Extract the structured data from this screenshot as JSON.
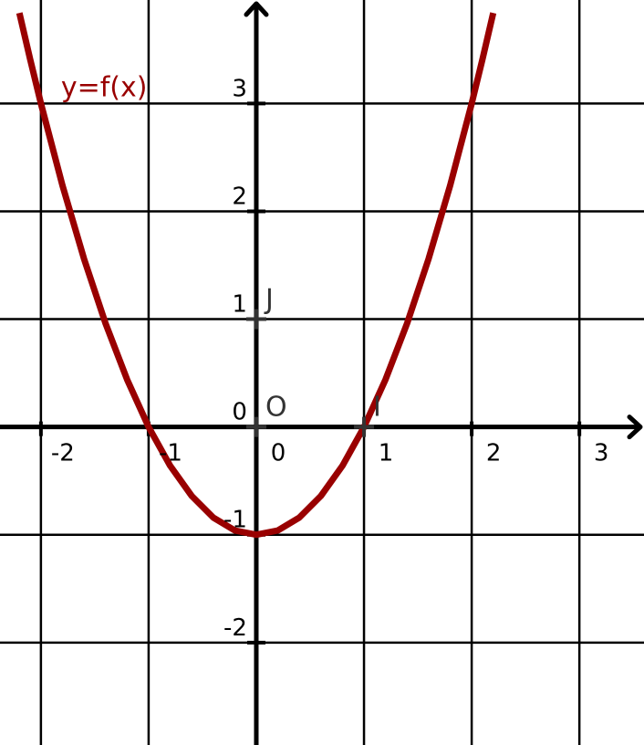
{
  "chart_data": {
    "type": "line",
    "title": "",
    "xlabel": "",
    "ylabel": "",
    "xlim": [
      -2.38,
      3.6
    ],
    "ylim": [
      -2.95,
      3.96
    ],
    "grid": true,
    "x_ticks": [
      {
        "value": -2,
        "label": "-2"
      },
      {
        "value": -1,
        "label": "-1"
      },
      {
        "value": 0,
        "label": "0"
      },
      {
        "value": 1,
        "label": "1"
      },
      {
        "value": 2,
        "label": "2"
      },
      {
        "value": 3,
        "label": "3"
      }
    ],
    "y_ticks": [
      {
        "value": -2,
        "label": "-2"
      },
      {
        "value": -1,
        "label": "-1"
      },
      {
        "value": 0,
        "label": "0"
      },
      {
        "value": 1,
        "label": "1"
      },
      {
        "value": 2,
        "label": "2"
      },
      {
        "value": 3,
        "label": "3"
      }
    ],
    "series": [
      {
        "name": "y=f(x)",
        "color": "#990000",
        "formula": "x^2 - 1",
        "x": [
          -2.2,
          -2.1,
          -2.0,
          -1.8,
          -1.6,
          -1.4,
          -1.2,
          -1.0,
          -0.8,
          -0.6,
          -0.4,
          -0.2,
          0.0,
          0.2,
          0.4,
          0.6,
          0.8,
          1.0,
          1.2,
          1.4,
          1.6,
          1.8,
          2.0,
          2.1,
          2.2
        ],
        "y": [
          3.84,
          3.41,
          3.0,
          2.24,
          1.56,
          0.96,
          0.44,
          0.0,
          -0.36,
          -0.64,
          -0.84,
          -0.96,
          -1.0,
          -0.96,
          -0.84,
          -0.64,
          -0.36,
          0.0,
          0.44,
          0.96,
          1.56,
          2.24,
          3.0,
          3.41,
          3.84
        ]
      }
    ],
    "points": [
      {
        "label": "O",
        "x": 0,
        "y": 0
      },
      {
        "label": "I",
        "x": 1,
        "y": 0
      },
      {
        "label": "J",
        "x": 0,
        "y": 1
      }
    ],
    "colors": {
      "curve": "#990000",
      "axes": "#000000",
      "grid": "#000000",
      "points": "#333333"
    }
  }
}
